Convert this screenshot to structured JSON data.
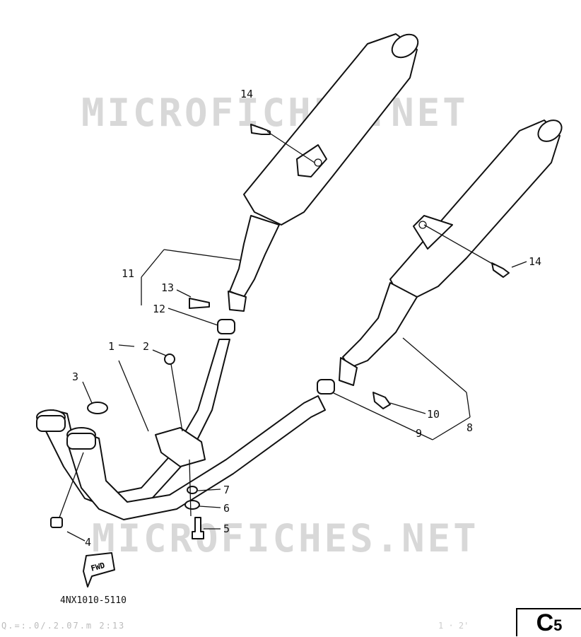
{
  "watermark": "MICROFICHES.NET",
  "catalog_code": "4NX1010-5110",
  "section": {
    "letter": "C",
    "number": "5"
  },
  "fwd_label": "FWD",
  "parts": {
    "p1": "1",
    "p2": "2",
    "p3": "3",
    "p4": "4",
    "p5": "5",
    "p6": "6",
    "p7": "7",
    "p8": "8",
    "p9": "9",
    "p10": "10",
    "p11": "11",
    "p12": "12",
    "p13": "13",
    "p14a": "14",
    "p14b": "14"
  },
  "footer_left": "Q.=:.0/.2.07.m   2:13",
  "footer_mid": "1 · 2'"
}
